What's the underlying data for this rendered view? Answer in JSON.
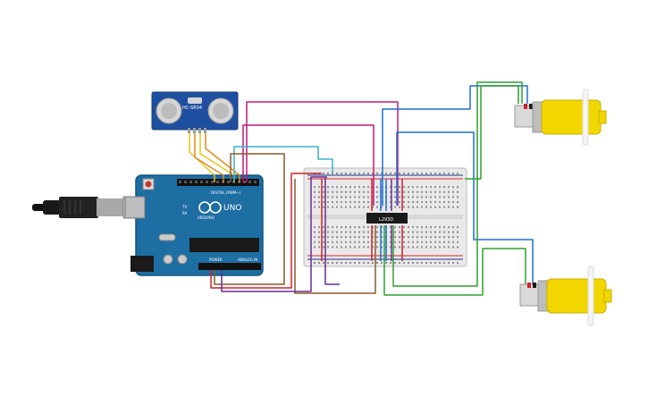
{
  "sensor": {
    "label": "HC-SR04"
  },
  "arduino": {
    "logo_text": "UNO",
    "brand_text": "ARDUINO",
    "digital_label": "DIGITAL (PWM~)",
    "power_label": "POWER",
    "analog_label": "ANALOG IN",
    "tx_label": "TX",
    "rx_label": "RX"
  },
  "driver_chip": {
    "label": "L293D"
  },
  "motors": [
    {
      "name": "motor-top"
    },
    {
      "name": "motor-bottom"
    }
  ],
  "colors": {
    "arduino_board": "#1d6ea3",
    "sensor_board": "#1f4fa0",
    "breadboard": "#e9e9e9",
    "motor_yellow": "#f2d600",
    "wire_magenta": "#c2197a",
    "wire_purple": "#6a2c91",
    "wire_brown": "#8b5a2b",
    "wire_cyan": "#3bb3c3",
    "wire_red": "#d0202a",
    "wire_blue": "#1e6fd0",
    "wire_green": "#2ea12e",
    "wire_orange": "#e08a1e",
    "wire_yellow": "#e8c21a"
  }
}
